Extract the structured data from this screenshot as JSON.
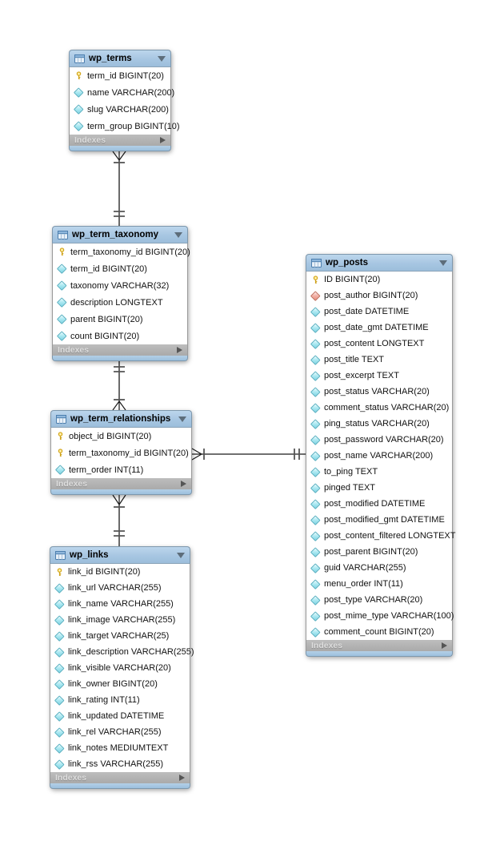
{
  "diagram": {
    "colors": {
      "table_header_blue": "#a7c6e2",
      "indexes_bar_gray": "#b1b1b1",
      "primary_key_yellow": "#ffd84d",
      "column_diamond_cyan": "#8edfec",
      "fk_diamond_red": "#e68d7e",
      "connector_line": "#1a1a1a"
    },
    "relationships": [
      {
        "a": "wp_terms",
        "a_end": "many-mandatory",
        "b": "wp_term_taxonomy",
        "b_end": "exactly-one"
      },
      {
        "a": "wp_term_relationships",
        "a_end": "many-mandatory",
        "b": "wp_term_taxonomy",
        "b_end": "exactly-one"
      },
      {
        "a": "wp_term_relationships",
        "a_end": "many-mandatory",
        "b": "wp_links",
        "b_end": "exactly-one"
      },
      {
        "a": "wp_term_relationships",
        "a_end": "many-mandatory",
        "b": "wp_posts",
        "b_end": "exactly-one"
      }
    ],
    "tables": [
      {
        "title": "wp_terms",
        "indexes_label": "Indexes",
        "fields": [
          {
            "icon": "key-icon",
            "text": "term_id BIGINT(20)"
          },
          {
            "icon": "column-icon",
            "text": "name VARCHAR(200)"
          },
          {
            "icon": "column-icon",
            "text": "slug VARCHAR(200)"
          },
          {
            "icon": "column-icon",
            "text": "term_group BIGINT(10)"
          }
        ]
      },
      {
        "title": "wp_term_taxonomy",
        "indexes_label": "Indexes",
        "fields": [
          {
            "icon": "key-icon",
            "text": "term_taxonomy_id BIGINT(20)"
          },
          {
            "icon": "column-icon",
            "text": "term_id BIGINT(20)"
          },
          {
            "icon": "column-icon",
            "text": "taxonomy VARCHAR(32)"
          },
          {
            "icon": "column-icon",
            "text": "description LONGTEXT"
          },
          {
            "icon": "column-icon",
            "text": "parent BIGINT(20)"
          },
          {
            "icon": "column-icon",
            "text": "count BIGINT(20)"
          }
        ]
      },
      {
        "title": "wp_term_relationships",
        "indexes_label": "Indexes",
        "fields": [
          {
            "icon": "key-icon",
            "text": "object_id BIGINT(20)"
          },
          {
            "icon": "key-icon",
            "text": "term_taxonomy_id BIGINT(20)"
          },
          {
            "icon": "column-icon",
            "text": "term_order INT(11)"
          }
        ]
      },
      {
        "title": "wp_links",
        "indexes_label": "Indexes",
        "fields": [
          {
            "icon": "key-icon",
            "text": "link_id BIGINT(20)"
          },
          {
            "icon": "column-icon",
            "text": "link_url VARCHAR(255)"
          },
          {
            "icon": "column-icon",
            "text": "link_name VARCHAR(255)"
          },
          {
            "icon": "column-icon",
            "text": "link_image VARCHAR(255)"
          },
          {
            "icon": "column-icon",
            "text": "link_target VARCHAR(25)"
          },
          {
            "icon": "column-icon",
            "text": "link_description VARCHAR(255)"
          },
          {
            "icon": "column-icon",
            "text": "link_visible VARCHAR(20)"
          },
          {
            "icon": "column-icon",
            "text": "link_owner BIGINT(20)"
          },
          {
            "icon": "column-icon",
            "text": "link_rating INT(11)"
          },
          {
            "icon": "column-icon",
            "text": "link_updated DATETIME"
          },
          {
            "icon": "column-icon",
            "text": "link_rel VARCHAR(255)"
          },
          {
            "icon": "column-icon",
            "text": "link_notes MEDIUMTEXT"
          },
          {
            "icon": "column-icon",
            "text": "link_rss VARCHAR(255)"
          }
        ]
      },
      {
        "title": "wp_posts",
        "indexes_label": "Indexes",
        "fields": [
          {
            "icon": "key-icon",
            "text": "ID BIGINT(20)"
          },
          {
            "icon": "fk-column-icon",
            "text": "post_author BIGINT(20)"
          },
          {
            "icon": "column-icon",
            "text": "post_date DATETIME"
          },
          {
            "icon": "column-icon",
            "text": "post_date_gmt DATETIME"
          },
          {
            "icon": "column-icon",
            "text": "post_content LONGTEXT"
          },
          {
            "icon": "column-icon",
            "text": "post_title TEXT"
          },
          {
            "icon": "column-icon",
            "text": "post_excerpt TEXT"
          },
          {
            "icon": "column-icon",
            "text": "post_status VARCHAR(20)"
          },
          {
            "icon": "column-icon",
            "text": "comment_status VARCHAR(20)"
          },
          {
            "icon": "column-icon",
            "text": "ping_status VARCHAR(20)"
          },
          {
            "icon": "column-icon",
            "text": "post_password VARCHAR(20)"
          },
          {
            "icon": "column-icon",
            "text": "post_name VARCHAR(200)"
          },
          {
            "icon": "column-icon",
            "text": "to_ping TEXT"
          },
          {
            "icon": "column-icon",
            "text": "pinged TEXT"
          },
          {
            "icon": "column-icon",
            "text": "post_modified DATETIME"
          },
          {
            "icon": "column-icon",
            "text": "post_modified_gmt DATETIME"
          },
          {
            "icon": "column-icon",
            "text": "post_content_filtered LONGTEXT"
          },
          {
            "icon": "column-icon",
            "text": "post_parent BIGINT(20)"
          },
          {
            "icon": "column-icon",
            "text": "guid VARCHAR(255)"
          },
          {
            "icon": "column-icon",
            "text": "menu_order INT(11)"
          },
          {
            "icon": "column-icon",
            "text": "post_type VARCHAR(20)"
          },
          {
            "icon": "column-icon",
            "text": "post_mime_type VARCHAR(100)"
          },
          {
            "icon": "column-icon",
            "text": "comment_count BIGINT(20)"
          }
        ]
      }
    ]
  }
}
